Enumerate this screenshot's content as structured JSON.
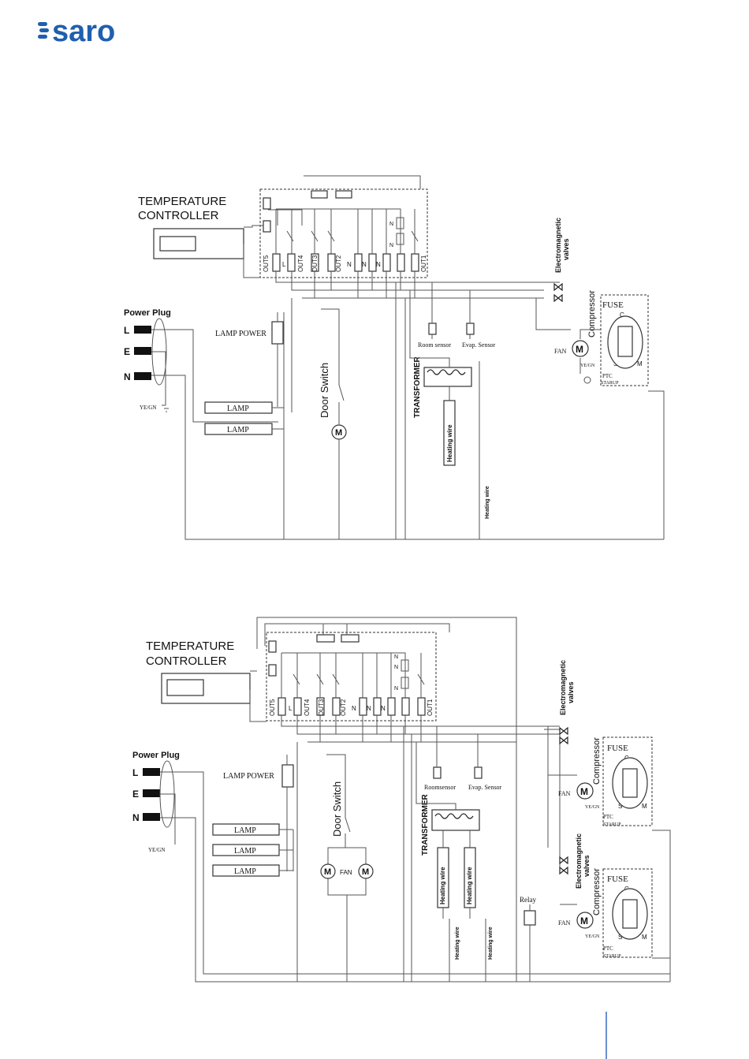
{
  "brand": {
    "logo_text": "saro",
    "color": "#1f5fae"
  },
  "diagram1": {
    "temperature_controller": [
      "TEMPERATURE",
      "CONTROLLER"
    ],
    "power_plug": "Power Plug",
    "plug_pins": [
      "L",
      "E",
      "N"
    ],
    "ground": "YE/GN",
    "lamp_power": "LAMP POWER",
    "lamps": [
      "LAMP",
      "LAMP"
    ],
    "door_switch": "Door Switch",
    "transformer": "TRANSFORMER",
    "heating_wire": "Heating wire",
    "heating_wire_2": "Heating wire",
    "room_sensor": "Room sensor",
    "evap_sensor": "Evap. Sensor",
    "valves": [
      "Electromagnetic",
      "valves"
    ],
    "compressor": "Compressor",
    "fuse": "FUSE",
    "fan": "FAN",
    "fan_ground": "YE/GN",
    "ptc": "PTC",
    "starup": "STARUP",
    "motor_symbol": "M",
    "terminals": [
      "OUT5",
      "L",
      "OUT4",
      "OUT3",
      "OUT2",
      "N",
      "N",
      "N",
      "OUT1"
    ],
    "relay_n": [
      "N",
      "N"
    ],
    "comp_pins": [
      "C",
      "S",
      "M"
    ]
  },
  "diagram2": {
    "temperature_controller": [
      "TEMPERATURE",
      "CONTROLLER"
    ],
    "power_plug": "Power Plug",
    "plug_pins": [
      "L",
      "E",
      "N"
    ],
    "ground": "YE/GN",
    "lamp_power": "LAMP POWER",
    "lamps": [
      "LAMP",
      "LAMP",
      "LAMP"
    ],
    "door_switch": "Door Switch",
    "fan_label": "FAN",
    "transformer": "TRANSFORMER",
    "heating_wires": [
      "Heating wire",
      "Heating wire",
      "Heating wire",
      "Heating wire"
    ],
    "room_sensor": "Roomsensor",
    "evap_sensor": "Evap. Sensor",
    "relay": "Relay",
    "valves": [
      "Electromagnetic",
      "valves"
    ],
    "compressor": "Compressor",
    "fuse": "FUSE",
    "fan": "FAN",
    "fan_ground": "YE/GN",
    "ptc": "PTC",
    "starup": "STARUP",
    "motor_symbol": "M",
    "terminals": [
      "OUT5",
      "L",
      "OUT4",
      "OUT3",
      "OUT2",
      "N",
      "N",
      "N",
      "OUT1"
    ],
    "relay_n": [
      "N",
      "N",
      "N"
    ],
    "comp_pins": [
      "C",
      "S",
      "M"
    ]
  }
}
